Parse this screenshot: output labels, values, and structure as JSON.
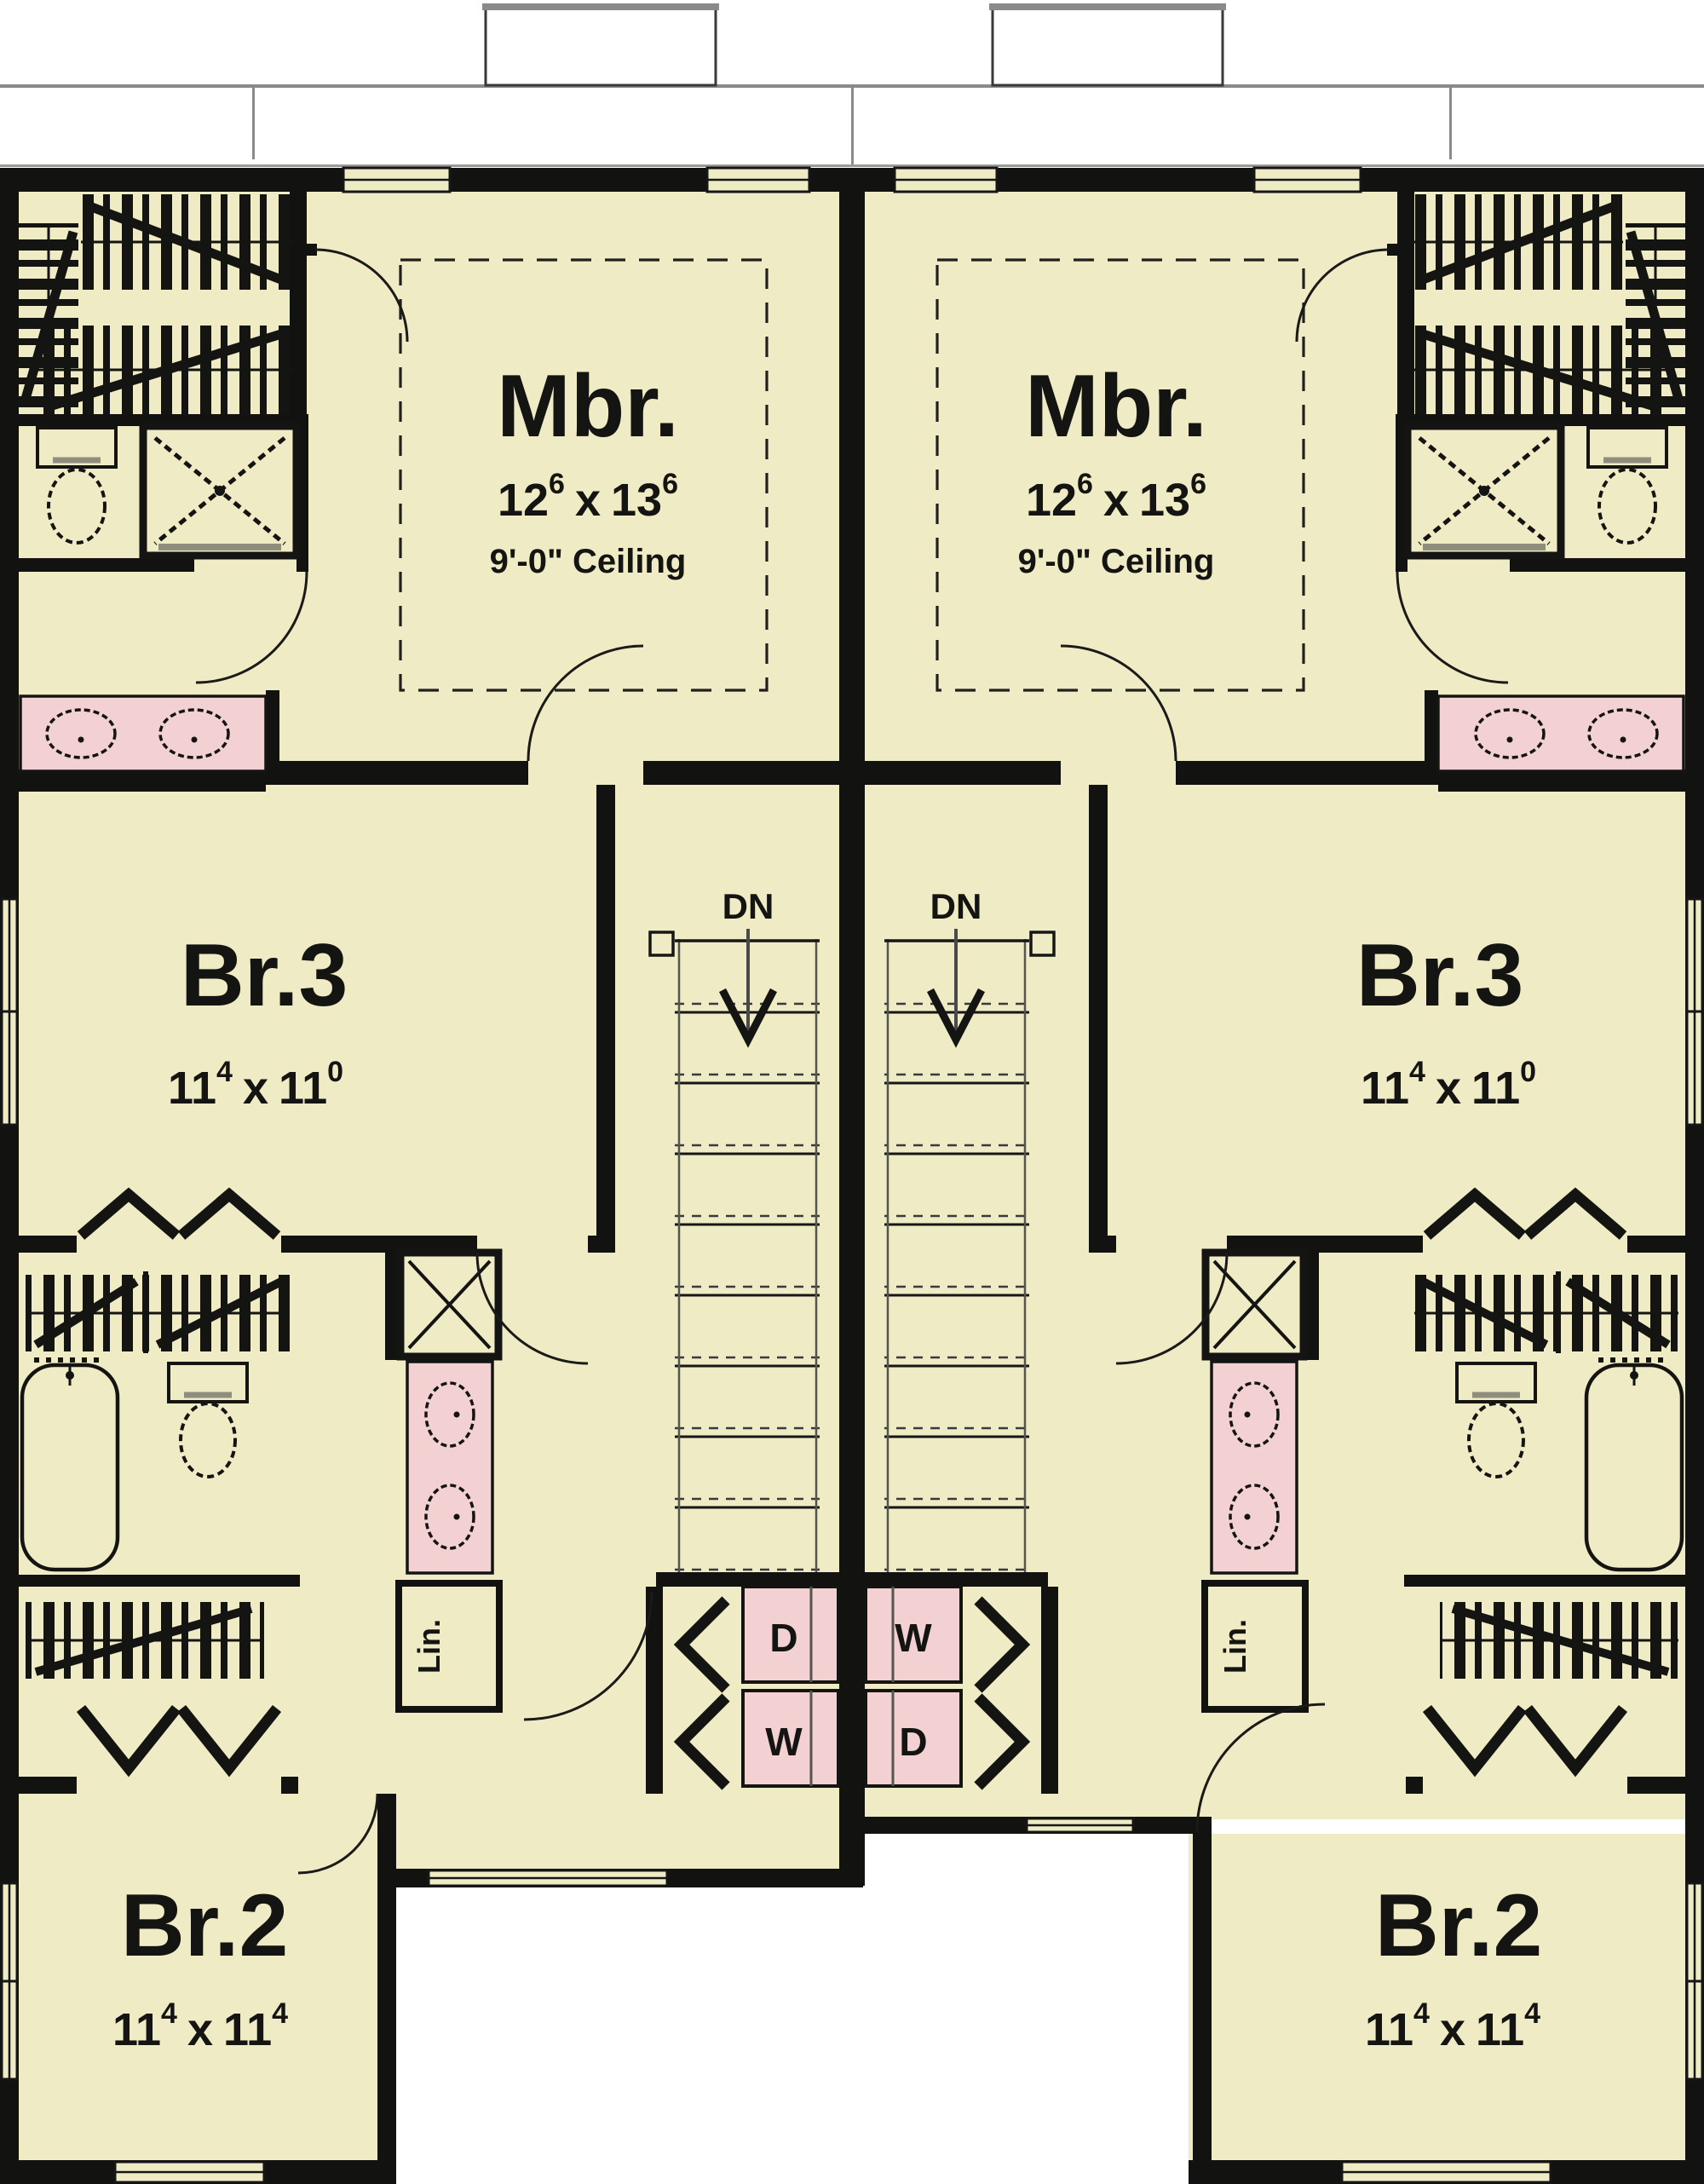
{
  "figure_type": "floor-plan",
  "colors": {
    "background": "#ffffff",
    "floor": "#efebc5",
    "fixture_pink": "#f3d1d2",
    "wall": "#121210",
    "line": "#1a1a1a",
    "roof_line": "#8a8a8a"
  },
  "unit_left": {
    "master": {
      "label": "Mbr.",
      "w": "12",
      "w_sup": "6",
      "sep": "x",
      "l": "13",
      "l_sup": "6",
      "ceiling": "9'-0\" Ceiling"
    },
    "bedroom3": {
      "label": "Br.3",
      "w": "11",
      "w_sup": "4",
      "sep": "x",
      "l": "11",
      "l_sup": "0"
    },
    "bedroom2": {
      "label": "Br.2",
      "w": "11",
      "w_sup": "4",
      "sep": "x",
      "l": "11",
      "l_sup": "4"
    },
    "stair_label": "DN",
    "laundry_top": "D",
    "laundry_bottom": "W",
    "linen_label": "Lin."
  },
  "unit_right": {
    "master": {
      "label": "Mbr.",
      "w": "12",
      "w_sup": "6",
      "sep": "x",
      "l": "13",
      "l_sup": "6",
      "ceiling": "9'-0\" Ceiling"
    },
    "bedroom3": {
      "label": "Br.3",
      "w": "11",
      "w_sup": "4",
      "sep": "x",
      "l": "11",
      "l_sup": "0"
    },
    "bedroom2": {
      "label": "Br.2",
      "w": "11",
      "w_sup": "4",
      "sep": "x",
      "l": "11",
      "l_sup": "4"
    },
    "stair_label": "DN",
    "laundry_top": "W",
    "laundry_bottom": "D",
    "linen_label": "Lin."
  }
}
